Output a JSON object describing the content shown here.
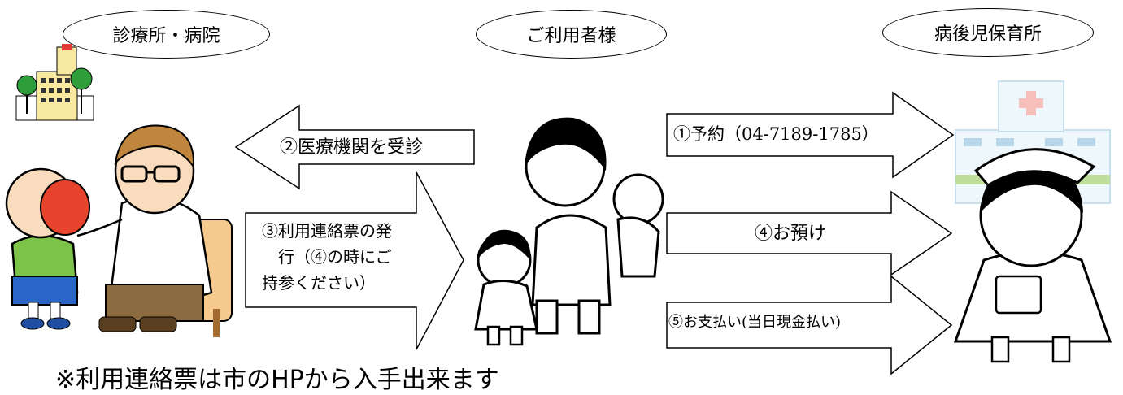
{
  "headers": {
    "clinic": "診療所・病院",
    "user": "ご利用者様",
    "nursery": "病後児保育所"
  },
  "steps": {
    "s1": "①予約（04-7189-1785）",
    "s2": "②医療機関を受診",
    "s3_line1": "③利用連絡票の発",
    "s3_line2": "行（④の時にご",
    "s3_line3": "持参ください）",
    "s4": "④お預け",
    "s5": "⑤お支払い(当日現金払い)"
  },
  "footer_note": "※利用連絡票は市のHPから入手出来ます"
}
